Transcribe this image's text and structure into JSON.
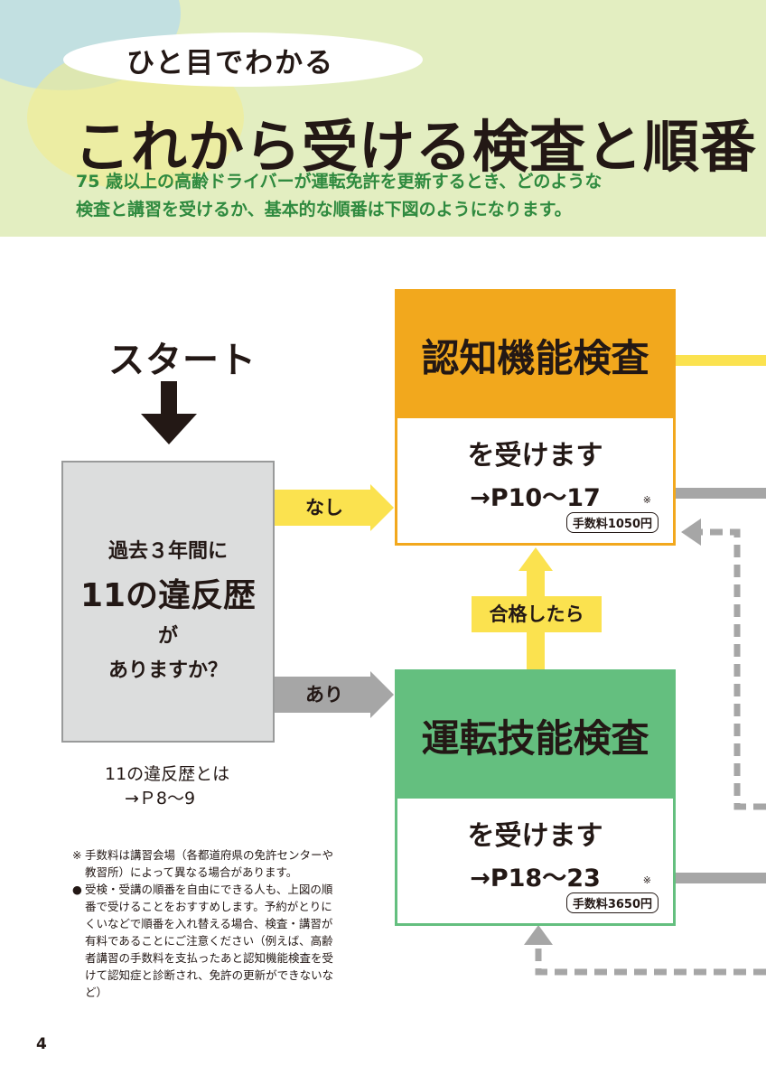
{
  "header": {
    "subtitle": "ひと目でわかる",
    "title": "これから受ける検査と順番",
    "intro_line1": "75 歳以上の高齢ドライバーが運転免許を更新するとき、どのような",
    "intro_line2": "検査と講習を受けるか、基本的な順番は下図のようになります。"
  },
  "flow": {
    "start_label": "スタート",
    "question": {
      "line1": "過去３年間に",
      "line2": "11の違反歴",
      "line3": "が",
      "line4": "ありますか？"
    },
    "question_reference": {
      "line1": "11の違反歴とは",
      "line2": "→Ｐ8〜9"
    },
    "arrow_no": "なし",
    "arrow_yes": "あり",
    "arrow_pass": "合格したら",
    "cognitive_test": {
      "title": "認知機能検査",
      "take": "を受けます",
      "pages": "→P10〜17",
      "note_mark": "※",
      "fee": "手数料1050円"
    },
    "driving_test": {
      "title": "運転技能検査",
      "take": "を受けます",
      "pages": "→P18〜23",
      "note_mark": "※",
      "fee": "手数料3650円"
    }
  },
  "footnotes": [
    {
      "mark": "※",
      "text": "手数料は講習会場（各都道府県の免許センターや教習所）によって異なる場合があります。"
    },
    {
      "mark": "●",
      "text": "受検・受講の順番を自由にできる人も、上図の順番で受けることをおすすめします。予約がとりにくいなどで順番を入れ替える場合、検査・講習が有料であることにご注意ください（例えば、高齢者講習の手数料を支払ったあと認知機能検査を受けて認知症と診断され、免許の更新ができないなど）"
    }
  ],
  "page_number": "4",
  "colors": {
    "header_bg": "#e3eec1",
    "intro_text": "#2f8a3f",
    "cognitive_orange": "#f2a81d",
    "driving_green": "#64bf7f",
    "arrow_yellow": "#fbe24f",
    "arrow_gray": "#a6a6a6",
    "question_box": "#dcdddd"
  }
}
